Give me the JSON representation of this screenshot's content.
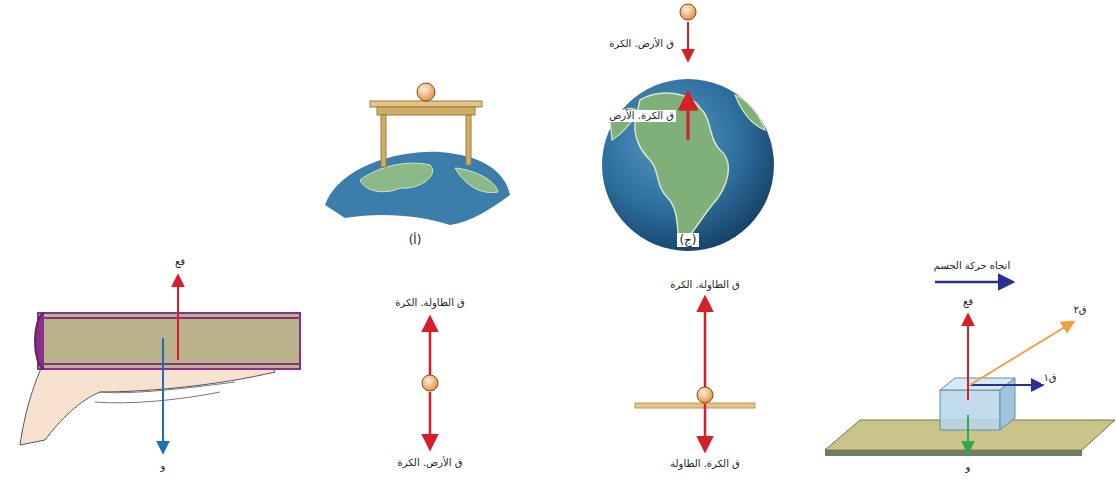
{
  "diagram": {
    "labels": [
      "ق الأرض. الكرة",
      "ق الكرة. الأرض",
      "(ج)",
      "(أ)",
      "قع",
      "و",
      "ق الطاولة. الكرة",
      "ق الأرض. الكرة",
      "ق الطاولة. الكرة",
      "ق الكرة. الطاولة",
      "اتجاه حركة الجسم",
      "قع",
      "ق٢",
      "ق١",
      "و"
    ]
  }
}
